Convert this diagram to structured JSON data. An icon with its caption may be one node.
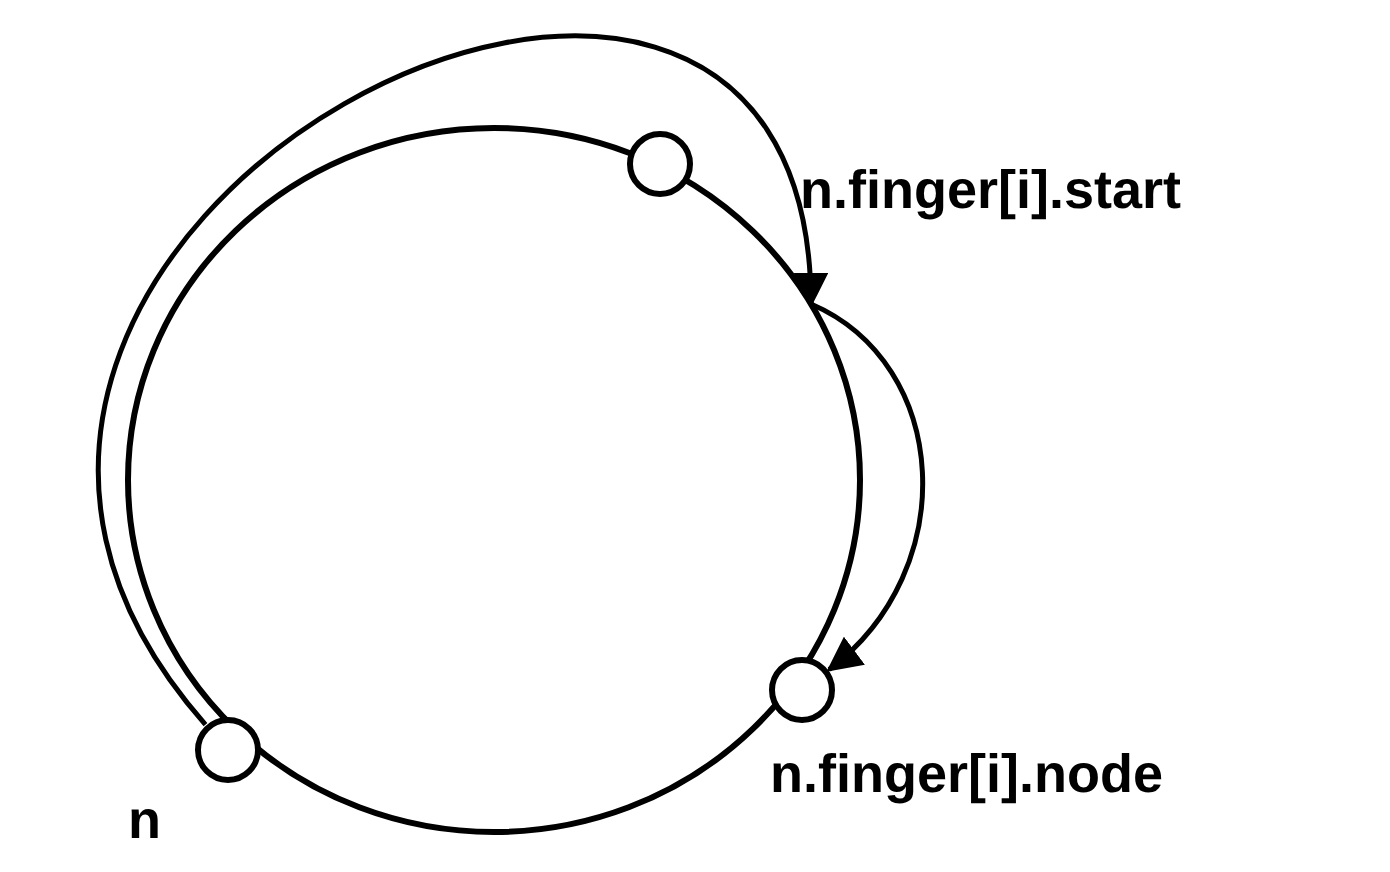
{
  "diagram": {
    "nodes": [
      {
        "text": [],
        "shape": "circle"
      },
      {
        "text": [],
        "shape": "circle"
      },
      {
        "text": [],
        "shape": "circle"
      },
      {
        "text": [],
        "shape": "circle"
      }
    ],
    "edges": [
      {
        "from": 3,
        "to": 0,
        "arrow": "to"
      },
      {
        "from": 0,
        "to": 2,
        "arrow": "to"
      }
    ],
    "labels": [
      "n.finger[i].start",
      "n.finger[i].node",
      "n"
    ]
  }
}
